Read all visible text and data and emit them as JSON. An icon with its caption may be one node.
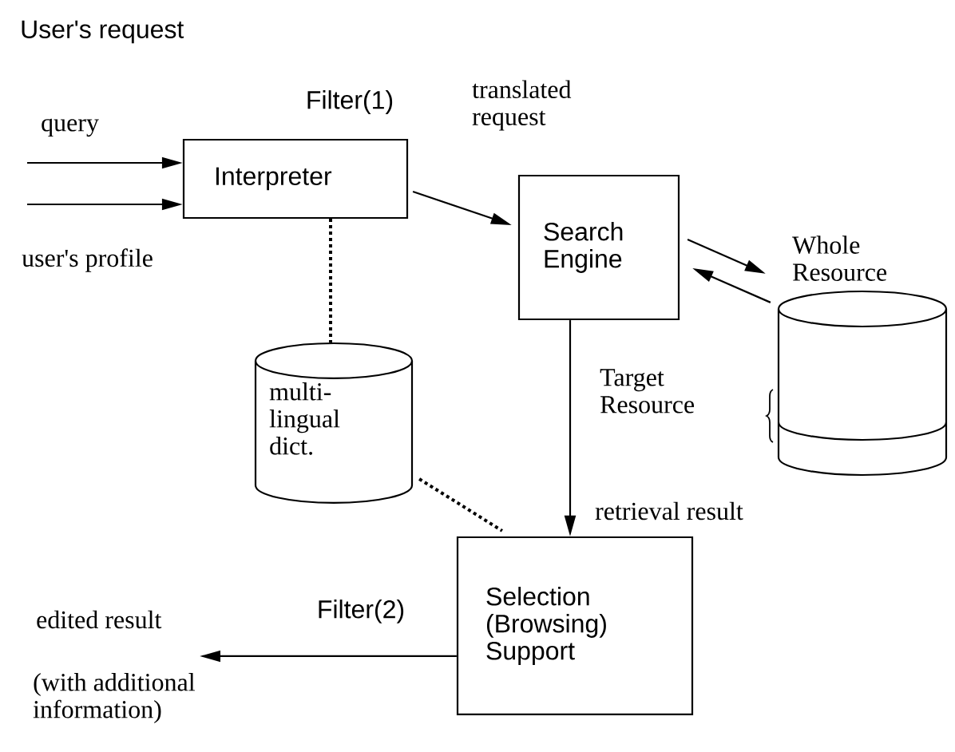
{
  "diagram": {
    "title": "User's request",
    "nodes": [
      {
        "text": [
          "Interpreter"
        ],
        "beside": [
          "Filter(1)"
        ]
      },
      {
        "text": [
          "Search Engine"
        ]
      },
      {
        "text": [
          "Whole Resource"
        ]
      },
      {
        "text": [
          "multi-lingual dict."
        ]
      },
      {
        "text": [
          "Selection (Browsing) Support"
        ],
        "beside": [
          "Filter(2)"
        ]
      }
    ],
    "edges": [
      {
        "from": null,
        "to": 0,
        "arrow": "to",
        "label": "query"
      },
      {
        "from": null,
        "to": 0,
        "arrow": "to",
        "label": "user's profile"
      },
      {
        "from": 0,
        "to": 1,
        "arrow": "to",
        "label": "translated request"
      },
      {
        "from": 1,
        "to": 2,
        "arrow": "to"
      },
      {
        "from": 2,
        "to": 1,
        "arrow": "to"
      },
      {
        "from": 0,
        "to": 3,
        "arrow": "none",
        "style": "dashed"
      },
      {
        "from": 3,
        "to": 4,
        "arrow": "none",
        "style": "dashed"
      },
      {
        "from": 1,
        "to": 4,
        "arrow": "to",
        "label": "retrieval result"
      },
      {
        "from": 4,
        "to": null,
        "arrow": "to",
        "label": "edited result"
      }
    ],
    "labels": [
      "Target Resource",
      "(with additional information)"
    ]
  }
}
